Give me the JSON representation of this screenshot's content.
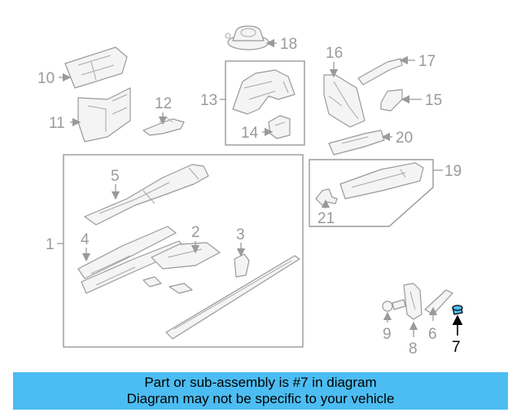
{
  "diagram": {
    "callouts": [
      "1",
      "2",
      "3",
      "4",
      "5",
      "6",
      "7",
      "8",
      "9",
      "10",
      "11",
      "12",
      "13",
      "14",
      "15",
      "16",
      "17",
      "18",
      "19",
      "20",
      "21"
    ],
    "highlighted_callout": "7",
    "highlight_color": "#4cbdf2"
  },
  "banner": {
    "line1": "Part or sub-assembly is #7 in diagram",
    "line2": "Diagram may not be specific to your vehicle",
    "background_color": "#4cbdf2"
  }
}
